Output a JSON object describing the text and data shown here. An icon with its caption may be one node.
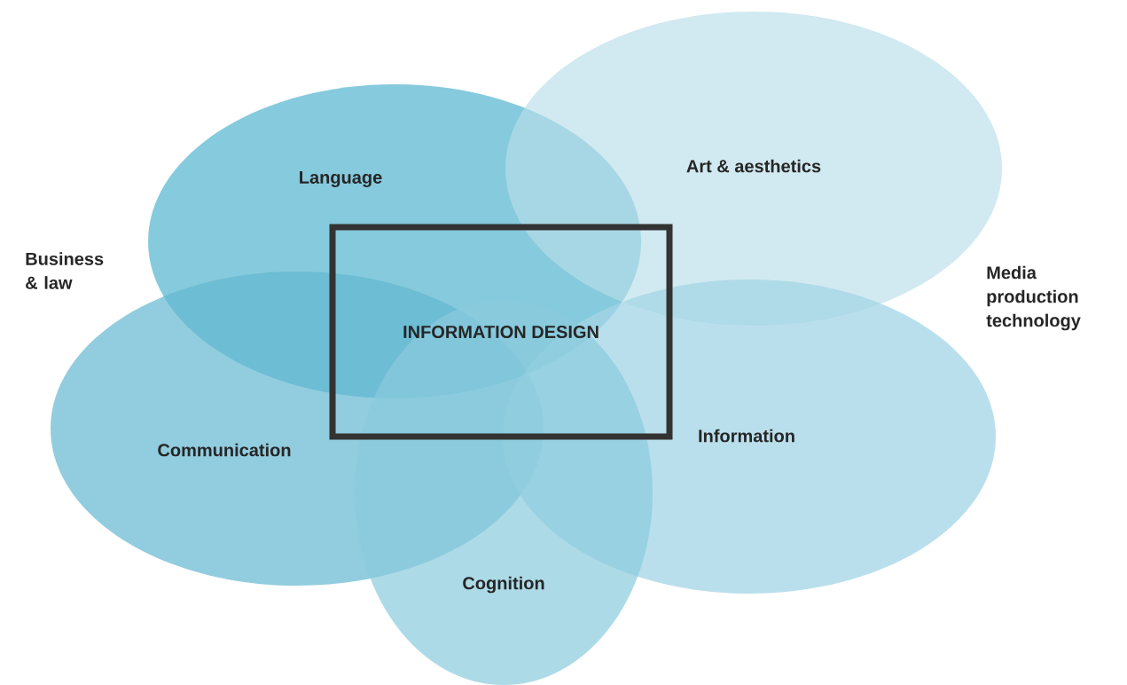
{
  "diagram": {
    "nodes": [
      {
        "text": [
          "Language"
        ]
      },
      {
        "text": [
          "Art & aesthetics"
        ]
      },
      {
        "text": [
          "Communication"
        ]
      },
      {
        "text": [
          "Information"
        ]
      },
      {
        "text": [
          "Cognition"
        ]
      },
      {
        "text": [
          "INFORMATION DESIGN"
        ]
      },
      {
        "text": [
          "Business & law"
        ]
      },
      {
        "text": [
          "Media production technology"
        ]
      }
    ]
  }
}
